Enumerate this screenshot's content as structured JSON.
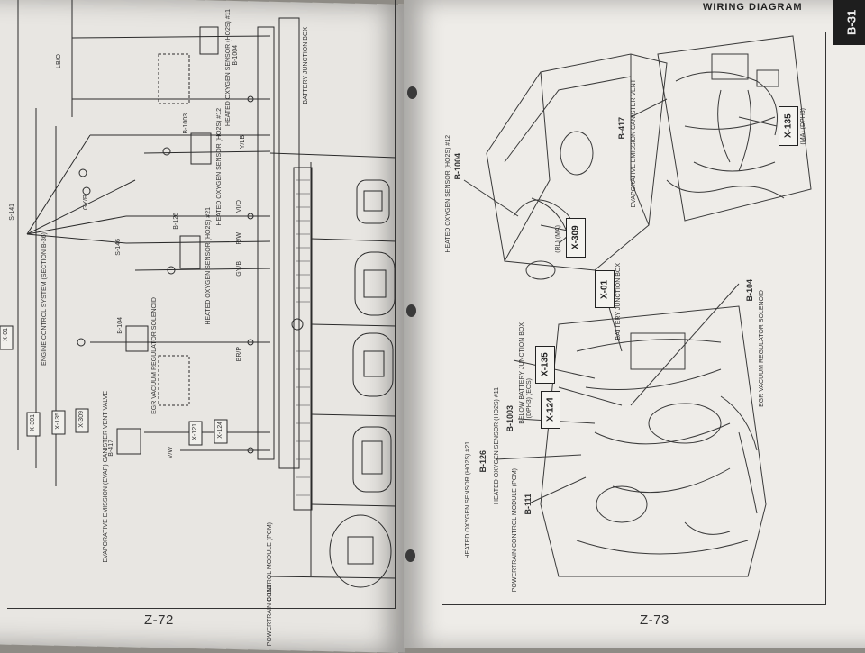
{
  "header": {
    "title": "WIRING DIAGRAM",
    "section_tab": "B-31"
  },
  "left_page": {
    "page_number": "Z-72",
    "component_labels": [
      "HEATED OXYGEN SENSOR (HO2S) #11",
      "HEATED OXYGEN SENSOR (HO2S) #12",
      "HEATED OXYGEN SENSOR (HO2S) #21",
      "EGR VACUUM REGULATOR SOLENOID",
      "EVAPORATIVE EMISSION (EVAP) CANISTER VENT VALVE",
      "POWERTRAIN CONTROL MODULE (PCM)",
      "BATTERY JUNCTION BOX",
      "ENGINE CONTROL SYSTEM (SECTION B-36)"
    ],
    "connector_ids": [
      "B-1004",
      "B-1003",
      "B-126",
      "B-104",
      "B-417",
      "B-111",
      "S-141",
      "S-146"
    ],
    "wire_codes": [
      "LB/O",
      "Y/LB",
      "VI/O",
      "R/W",
      "GY/B",
      "BR/P",
      "V/W",
      "GY/R"
    ],
    "circuit_tags": [
      "X-301",
      "X-135",
      "X-309",
      "X-121",
      "X-124",
      "X-01"
    ]
  },
  "right_page": {
    "page_number": "Z-73",
    "callouts": [
      {
        "id": "B-1004",
        "label": "HEATED OXYGEN SENSOR (HO2S) #12"
      },
      {
        "id": "X-309",
        "label": "(RL) (MA)"
      },
      {
        "id": "B-417",
        "label": "EVAPORATIVE EMISSION CANISTER VENT"
      },
      {
        "id": "X-135",
        "label": "(MA) (DPH3)"
      },
      {
        "id": "X-01",
        "label": "BATTERY JUNCTION BOX"
      },
      {
        "id": "B-104",
        "label": "EGR VACUUM REGULATOR SOLENOID"
      },
      {
        "id": "X-135",
        "label": "BELOW BATTERY JUNCTION BOX"
      },
      {
        "id": "X-124",
        "label": "(DPH3) (ECS)"
      },
      {
        "id": "B-1003",
        "label": "HEATED OXYGEN SENSOR (HO2S) #11"
      },
      {
        "id": "B-126",
        "label": "HEATED OXYGEN SENSOR (HO2S) #21"
      },
      {
        "id": "B-111",
        "label": "POWERTRAIN CONTROL MODULE (PCM)"
      }
    ]
  }
}
